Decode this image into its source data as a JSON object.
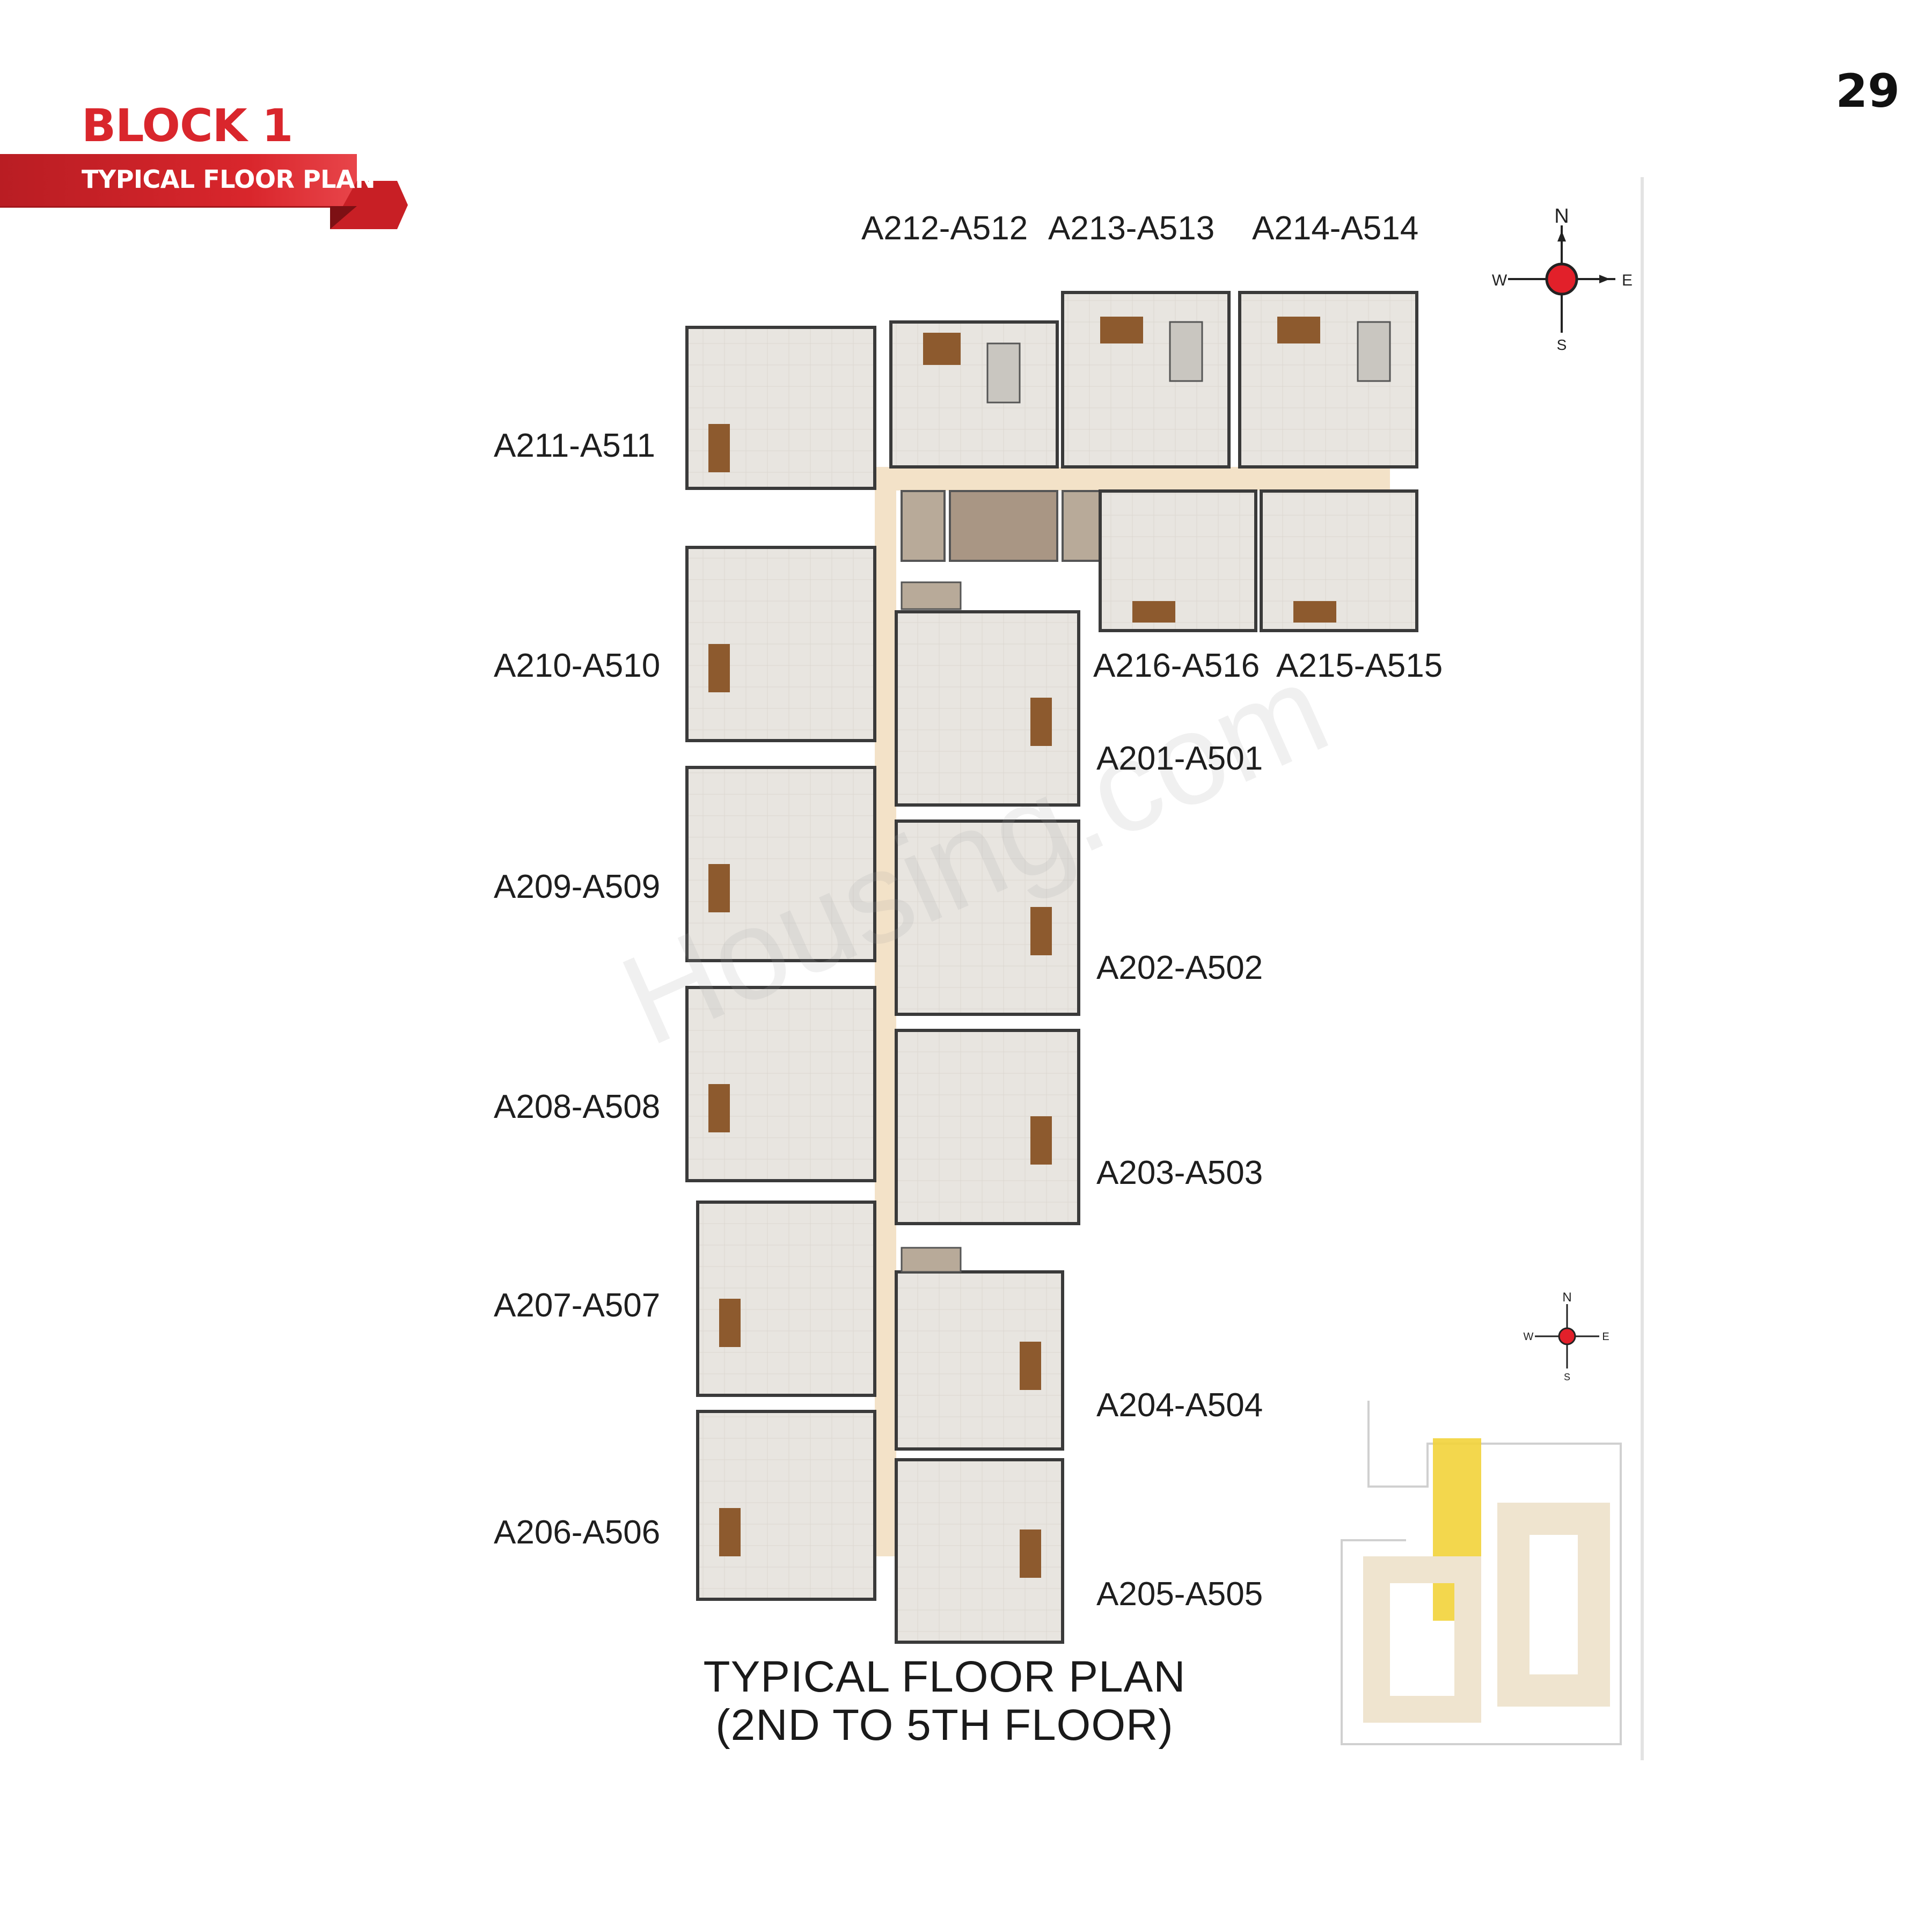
{
  "page_number": "29",
  "header": {
    "block_title": "BLOCK 1",
    "ribbon_label": "TYPICAL FLOOR PLAN"
  },
  "units": {
    "top": [
      "A212-A512",
      "A213-A513",
      "A214-A514"
    ],
    "left": [
      "A211-A511",
      "A210-A510",
      "A209-A509",
      "A208-A508",
      "A207-A507",
      "A206-A506"
    ],
    "right": [
      "A216-A516",
      "A215-A515",
      "A201-A501",
      "A202-A502",
      "A203-A503",
      "A204-A504",
      "A205-A505"
    ]
  },
  "compass": {
    "north": "N",
    "south": "S",
    "east": "E",
    "west": "W"
  },
  "caption": {
    "line1": "TYPICAL FLOOR PLAN",
    "line2": "(2ND TO 5TH FLOOR)"
  },
  "watermark": "Housing.com",
  "colors": {
    "brand_red": "#d9262c",
    "compass_red": "#e2202a",
    "corridor": "#f3e2c8",
    "room_floor": "#e9e6e1",
    "wall": "#3a3a3a",
    "site_highlight": "#f2d33a"
  }
}
